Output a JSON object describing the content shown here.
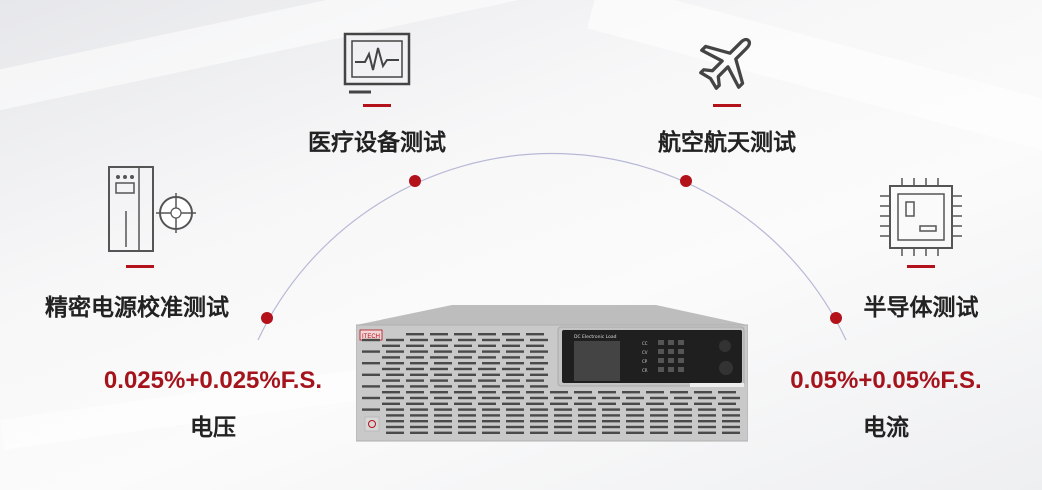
{
  "colors": {
    "accent": "#b3121b",
    "arc": "#b7b9d6",
    "text": "#222222"
  },
  "applications": [
    {
      "label": "医疗设备测试",
      "icon": "monitor-waveform-icon"
    },
    {
      "label": "航空航天测试",
      "icon": "airplane-icon"
    },
    {
      "label": "精密电源校准测试",
      "icon": "power-supply-target-icon"
    },
    {
      "label": "半导体测试",
      "icon": "chip-icon"
    }
  ],
  "specs": [
    {
      "value": "0.025%+0.025%F.S.",
      "label": "电压"
    },
    {
      "value": "0.05%+0.05%F.S.",
      "label": "电流"
    }
  ],
  "device": {
    "title": "DC Electronic Load",
    "logo": "ITECH",
    "mode_keys": [
      "CC",
      "CV",
      "CR",
      "CP"
    ]
  }
}
